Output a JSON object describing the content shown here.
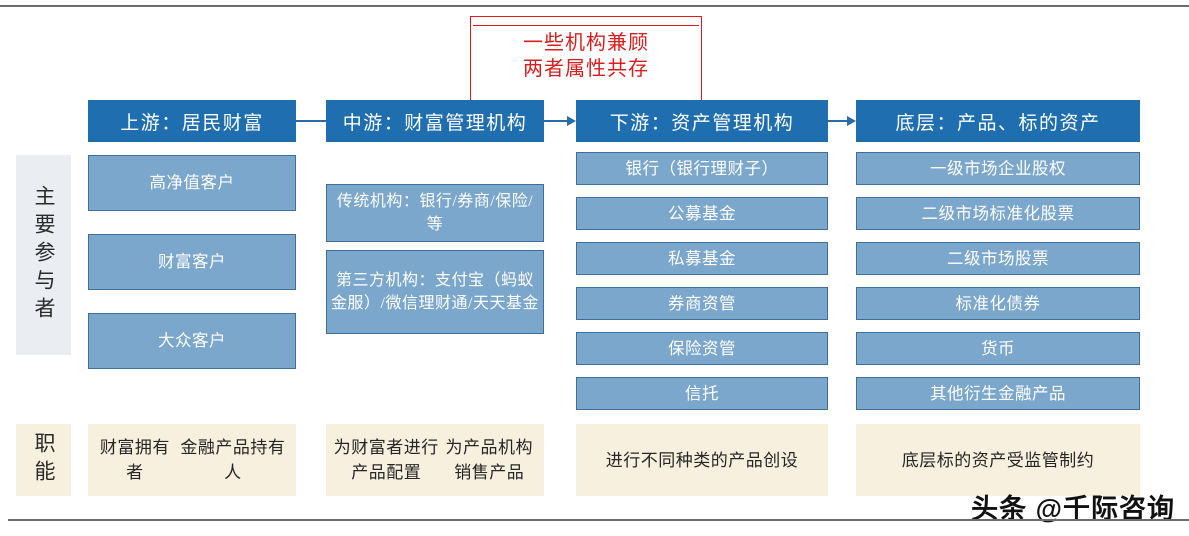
{
  "diagram": {
    "annotation": {
      "line1": "一些机构兼顾",
      "line2": "两者属性共存",
      "color": "#d81f1f"
    },
    "row_labels": {
      "participants": "主要参与者",
      "functions": "职能"
    },
    "colors": {
      "header_blue": "#1f6eb0",
      "item_blue": "#7ba7cc",
      "item_border": "#3f6f9c",
      "cream": "#f7f0de",
      "participants_bg": "#eaeef3",
      "annotation_red": "#d81f1f"
    },
    "columns": [
      {
        "header": "上游：居民财富",
        "items": [
          "高净值客户",
          "财富客户",
          "大众客户"
        ],
        "function": "财富拥有者\n金融产品持有人"
      },
      {
        "header": "中游：财富管理机构",
        "items": [
          "传统机构：银行/券商/保险/等",
          "第三方机构：支付宝（蚂蚁金服）/微信理财通/天天基金"
        ],
        "function": "为财富者进行产品配置\n为产品机构销售产品"
      },
      {
        "header": "下游：资产管理机构",
        "items": [
          "银行（银行理财子）",
          "公募基金",
          "私募基金",
          "券商资管",
          "保险资管",
          "信托"
        ],
        "function": "进行不同种类的产品创设"
      },
      {
        "header": "底层：产品、标的资产",
        "items": [
          "一级市场企业股权",
          "二级市场标准化股票",
          "二级市场股票",
          "标准化债券",
          "货币",
          "其他衍生金融产品"
        ],
        "function": "底层标的资产受监管制约"
      }
    ],
    "connectors": [
      {
        "name": "upstream-to-midstream",
        "arrow": false
      },
      {
        "name": "midstream-to-downstream",
        "arrow": true
      },
      {
        "name": "downstream-to-underlying",
        "arrow": true
      }
    ],
    "watermark": "头条 @千际咨询"
  }
}
